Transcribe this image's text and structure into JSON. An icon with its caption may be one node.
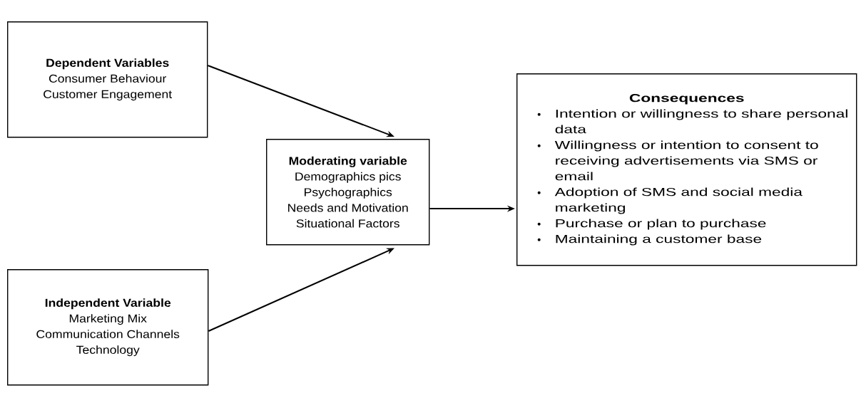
{
  "diagram": {
    "nodes": [
      {
        "text": [
          "Dependent Variables",
          "Consumer Behaviour",
          "Customer Engagement"
        ]
      },
      {
        "text": [
          "Moderating variable",
          "Demographics pics",
          "Psychographics",
          "Needs and Motivation",
          "Situational Factors"
        ]
      },
      {
        "text": [
          "Consequences",
          "Intention or willingness to share personal data",
          "Willingness or intention to consent to receiving advertisements via SMS or email",
          "Adoption of SMS and social media marketing",
          "Purchase or plan to purchase",
          "Maintaining a customer base"
        ]
      },
      {
        "text": [
          "Independent Variable",
          "Marketing Mix",
          "Communication Channels",
          "Technology"
        ]
      }
    ],
    "edges": [
      {
        "from": 0,
        "to": 1,
        "arrow": "to"
      },
      {
        "from": 3,
        "to": 1,
        "arrow": "to"
      },
      {
        "from": 1,
        "to": 2,
        "arrow": "to"
      }
    ]
  }
}
